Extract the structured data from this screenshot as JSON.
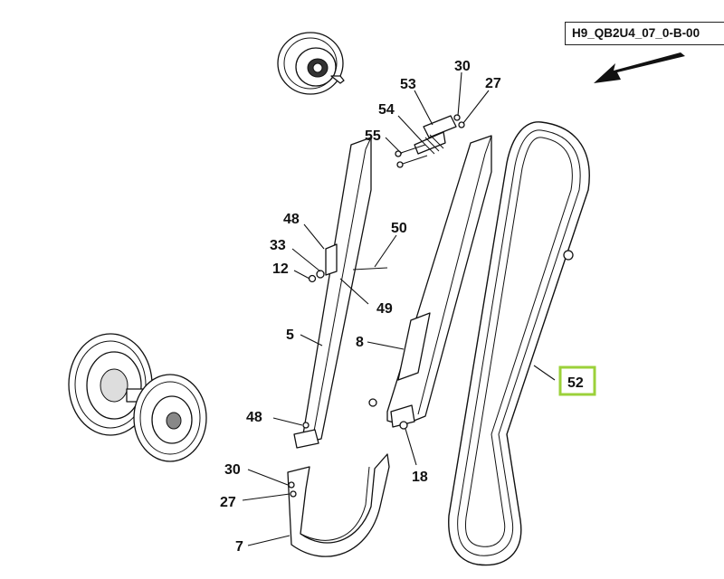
{
  "reference_code": "H9_QB2U4_07_0-B-00",
  "highlighted_label": "52",
  "callouts": [
    {
      "id": "c30-top",
      "text": "30"
    },
    {
      "id": "c27-top",
      "text": "27"
    },
    {
      "id": "c53",
      "text": "53"
    },
    {
      "id": "c54",
      "text": "54"
    },
    {
      "id": "c55",
      "text": "55"
    },
    {
      "id": "c48-top",
      "text": "48"
    },
    {
      "id": "c50",
      "text": "50"
    },
    {
      "id": "c33",
      "text": "33"
    },
    {
      "id": "c12",
      "text": "12"
    },
    {
      "id": "c49",
      "text": "49"
    },
    {
      "id": "c5",
      "text": "5"
    },
    {
      "id": "c8",
      "text": "8"
    },
    {
      "id": "c52",
      "text": "52"
    },
    {
      "id": "c48-bottom",
      "text": "48"
    },
    {
      "id": "c18",
      "text": "18"
    },
    {
      "id": "c30-bottom",
      "text": "30"
    },
    {
      "id": "c27-bottom",
      "text": "27"
    },
    {
      "id": "c7",
      "text": "7"
    }
  ],
  "colors": {
    "highlight": "#9bd13a",
    "line": "#111111"
  },
  "icons": [
    "direction-arrow-icon"
  ]
}
